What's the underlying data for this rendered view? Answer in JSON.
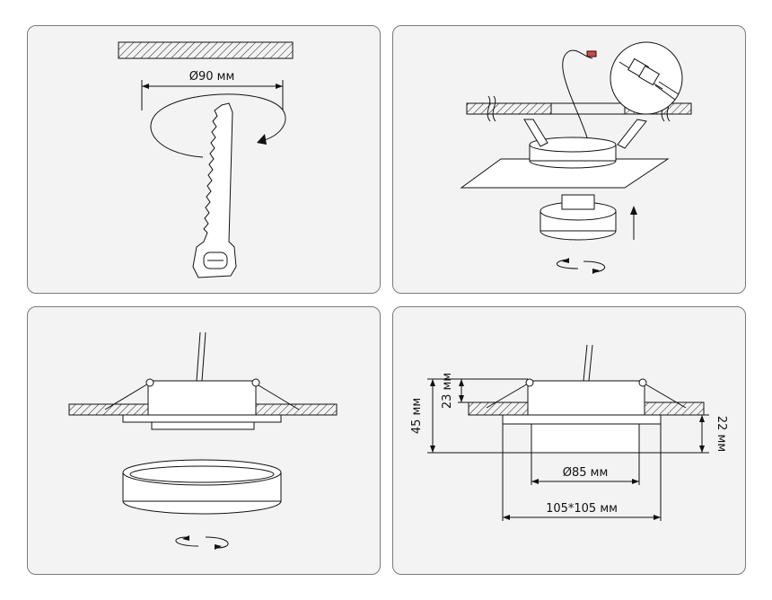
{
  "panels": [
    {
      "id": "step-1-cut-hole",
      "labels": {
        "diameter": "Ø90 мм"
      }
    },
    {
      "id": "step-2-wiring-and-lamp",
      "labels": {}
    },
    {
      "id": "step-3-install-ring",
      "labels": {}
    },
    {
      "id": "step-4-dimensions",
      "labels": {
        "total_height": "45 мм",
        "top_height": "23 мм",
        "bottom_height": "22 мм",
        "inner_diameter": "Ø85 мм",
        "outer_size": "105*105 мм"
      }
    }
  ],
  "colors": {
    "panel_bg": "#f3f3f3",
    "panel_border": "#7a7a7a",
    "line": "#111111",
    "wire_accent": "#d9473f"
  }
}
